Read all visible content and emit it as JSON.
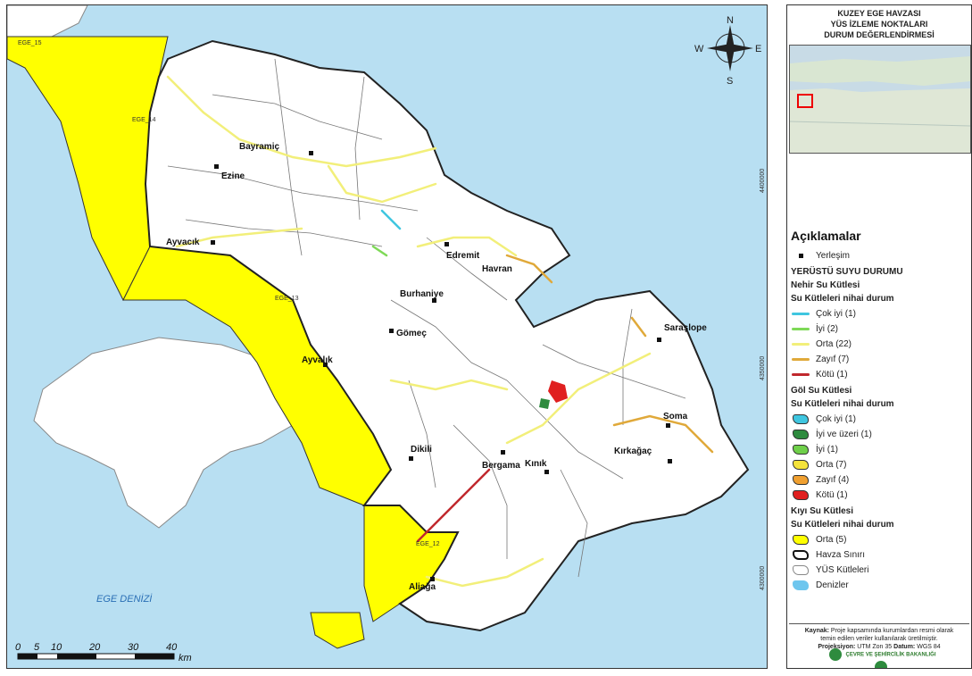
{
  "header": {
    "title_lines": [
      "KUZEY EGE HAVZASI",
      "YÜS İZLEME NOKTALARI",
      "DURUM DEĞERLENDİRMESİ"
    ]
  },
  "compass": {
    "n": "N",
    "s": "S",
    "e": "E",
    "w": "W"
  },
  "sea_label": "EGE DENİZİ",
  "coord_labels": [
    "4400000",
    "4350000",
    "4300000"
  ],
  "settlements": [
    {
      "name": "Bayramiç"
    },
    {
      "name": "Ezine"
    },
    {
      "name": "Ayvacık"
    },
    {
      "name": "Edremit"
    },
    {
      "name": "Havran"
    },
    {
      "name": "Burhaniye"
    },
    {
      "name": "Gömeç"
    },
    {
      "name": "Ayvalık"
    },
    {
      "name": "Dikili"
    },
    {
      "name": "Bergama"
    },
    {
      "name": "Kınık"
    },
    {
      "name": "Soma"
    },
    {
      "name": "Kırkağaç"
    },
    {
      "name": "Saraşlope"
    },
    {
      "name": "Aliağa"
    }
  ],
  "coastal_labels": [
    "EGE_15",
    "EGE_14",
    "EGE_13",
    "EGE_12"
  ],
  "scale": {
    "ticks": [
      "0",
      "5",
      "10",
      "20",
      "30",
      "40"
    ],
    "unit": "km"
  },
  "legend": {
    "heading": "Açıklamalar",
    "settlement": "Yerleşim",
    "surface_title": "YERÜSTÜ SUYU DURUMU",
    "river_title": "Nehir Su Kütlesi",
    "river_status_title": "Su Kütleleri nihai durum",
    "river_items": [
      {
        "label": "Çok iyi (1)",
        "color": "#3fc6e0"
      },
      {
        "label": "İyi (2)",
        "color": "#7ed957"
      },
      {
        "label": "Orta (22)",
        "color": "#f2ef7a"
      },
      {
        "label": "Zayıf (7)",
        "color": "#e0a93a"
      },
      {
        "label": "Kötü (1)",
        "color": "#c0282d"
      }
    ],
    "lake_title": "Göl Su Kütlesi",
    "lake_status_title": "Su Kütleleri nihai durum",
    "lake_items": [
      {
        "label": "Çok iyi (1)",
        "color": "#3fc6e0"
      },
      {
        "label": "İyi ve üzeri (1)",
        "color": "#2e8b3e"
      },
      {
        "label": "İyi (1)",
        "color": "#6fd04a"
      },
      {
        "label": "Orta (7)",
        "color": "#f5e33a"
      },
      {
        "label": "Zayıf (4)",
        "color": "#f0a030"
      },
      {
        "label": "Kötü (1)",
        "color": "#e02020"
      }
    ],
    "coast_title": "Kıyı Su Kütlesi",
    "coast_status_title": "Su Kütleleri nihai durum",
    "coast_items": [
      {
        "label": "Orta (5)",
        "color": "#ffff00"
      }
    ],
    "misc_items": [
      {
        "label": "Havza Sınırı",
        "kind": "boundary"
      },
      {
        "label": "YÜS Kütleleri",
        "kind": "subbasin"
      },
      {
        "label": "Denizler",
        "kind": "sea"
      }
    ]
  },
  "source": {
    "line1_bold": "Kaynak:",
    "line1": "Proje kapsamında kurumlardan resmi olarak",
    "line2": "temin edilen veriler kullanılarak üretilmiştir.",
    "line3_bold": "Projeksiyon:",
    "line3": "UTM Zon 35",
    "line3b_bold": "Datum:",
    "line3b": "WGS 84"
  },
  "logos_text": "ÇEVRE VE ŞEHİRCİLİK BAKANLIĞI",
  "colors": {
    "sea": "#b8dff2",
    "land": "#ffffff",
    "coastal": "#ffff00",
    "boundary": "#222222",
    "river_orta": "#f2ef7a"
  }
}
